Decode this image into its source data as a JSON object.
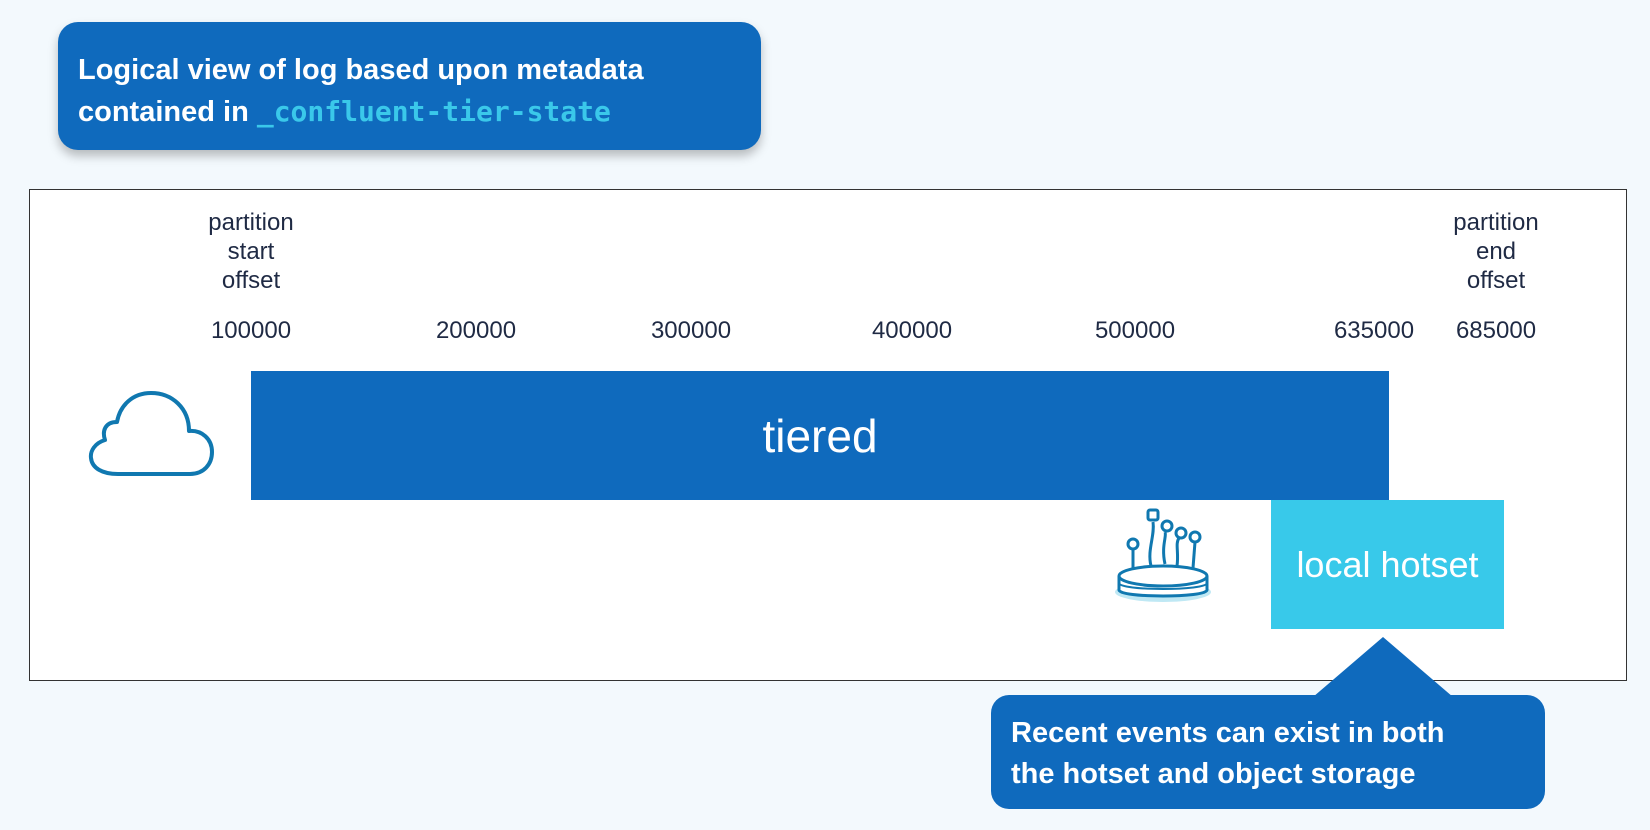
{
  "title": {
    "line1": "Logical view of log based upon metadata",
    "line2_prefix": "contained in ",
    "line2_code": "_confluent-tier-state"
  },
  "offsets": {
    "start_label": "partition\nstart\noffset",
    "end_label": "partition\nend\noffset",
    "ticks": [
      "100000",
      "200000",
      "300000",
      "400000",
      "500000",
      "635000",
      "685000"
    ]
  },
  "bars": {
    "tiered": "tiered",
    "hotset": "local hotset"
  },
  "icons": {
    "cloud": "cloud-icon",
    "disk": "storage-disk-icon"
  },
  "callout": {
    "line1": "Recent events can exist in both",
    "line2": "the hotset and object storage"
  },
  "colors": {
    "primary": "#0f6abd",
    "accent": "#38c9ea",
    "background": "#f3f9fd"
  }
}
